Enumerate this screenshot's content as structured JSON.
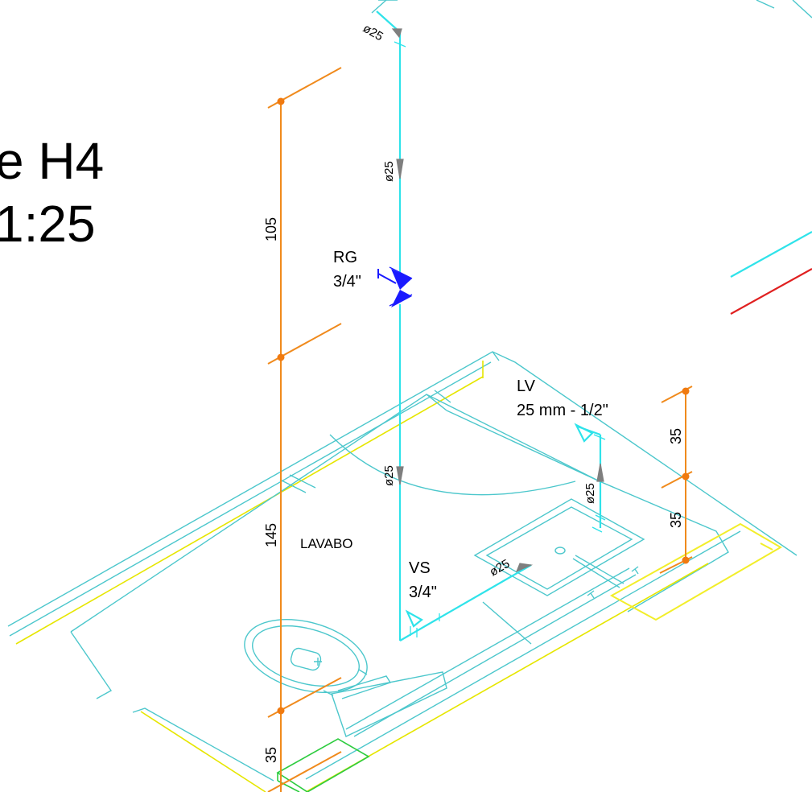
{
  "title": {
    "line1": "e H4",
    "line2": "1:25"
  },
  "labels": {
    "rg_name": "RG",
    "rg_size": "3/4\"",
    "lv_name": "LV",
    "lv_size": "25 mm - 1/2\"",
    "vs_name": "VS",
    "vs_size": "3/4\"",
    "room": "LAVABO"
  },
  "pipe_diameters": {
    "top": "ø25",
    "upper_riser": "ø25",
    "lower_riser": "ø25",
    "lv_branch": "ø25",
    "horizontal": "ø25"
  },
  "dimensions": {
    "left_upper": "105",
    "left_middle": "145",
    "left_bottom": "35",
    "right_upper": "35",
    "right_lower": "35"
  },
  "colors": {
    "pipe": "#2fe3ea",
    "fixture": "#4cc7cc",
    "wall": "#e6e600",
    "dimension": "#f08a1c",
    "valve": "#1a1aff",
    "return_line": "#e02020",
    "box": "#2ecc40"
  }
}
